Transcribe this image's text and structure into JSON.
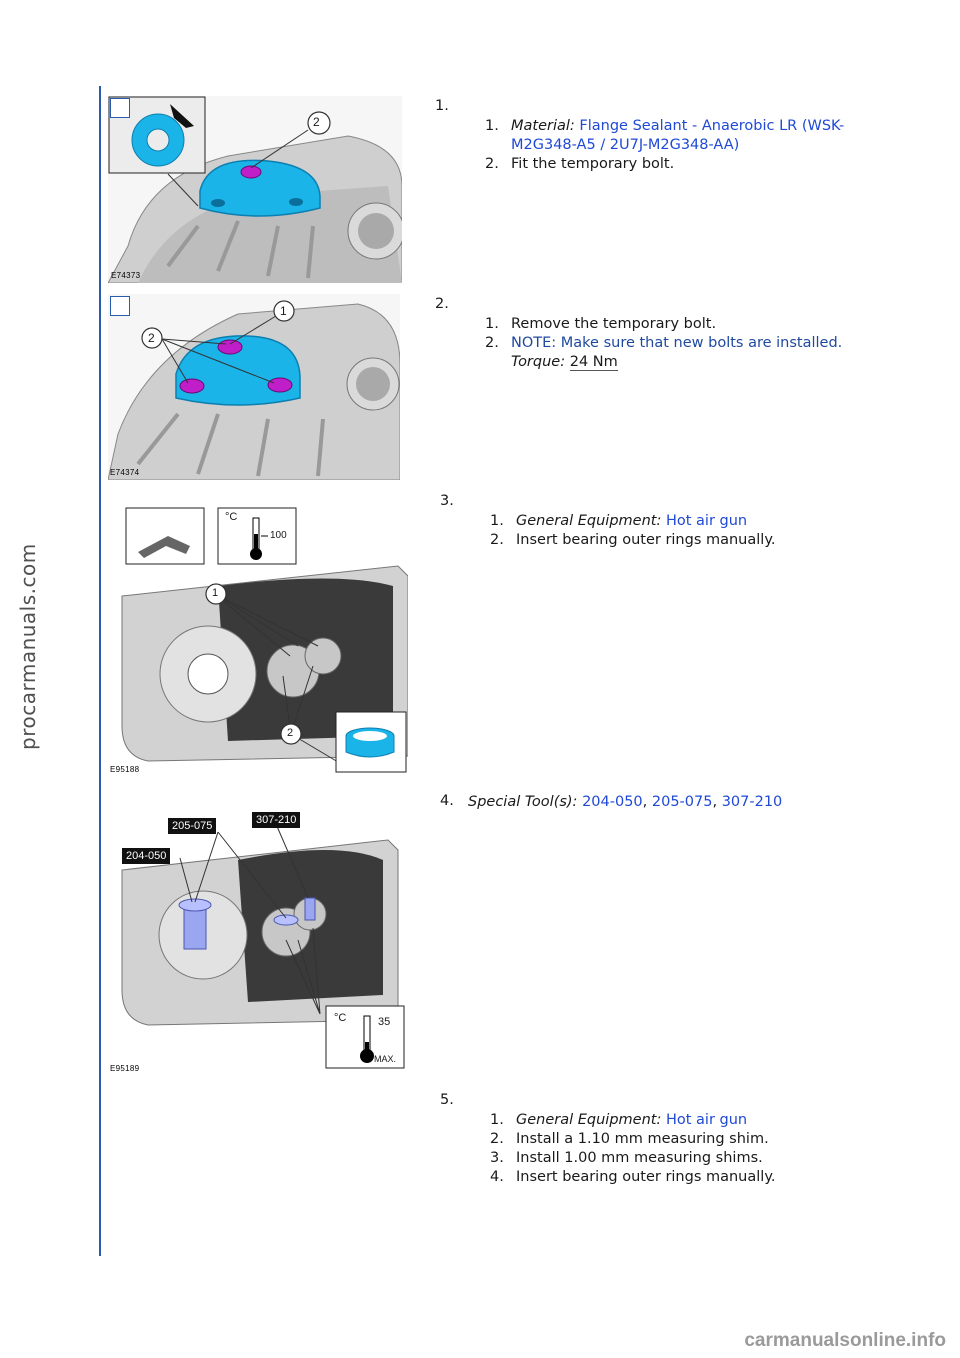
{
  "site": {
    "sidebar_brand": "procarmanuals.com",
    "footer_brand": "carmanualsonline.info",
    "page_number": ""
  },
  "steps": [
    {
      "number": "1.",
      "figure_id": "E74373",
      "callouts": [
        "2"
      ],
      "items": [
        {
          "n": "1.",
          "label": "Material:",
          "link": "Flange Sealant - Anaerobic LR (WSK-",
          "cont": "M2G348-A5 / 2U7J-M2G348-AA)"
        },
        {
          "n": "2.",
          "text": "Fit the temporary bolt."
        }
      ]
    },
    {
      "number": "2.",
      "figure_id": "E74374",
      "callouts": [
        "1",
        "2"
      ],
      "items": [
        {
          "n": "1.",
          "text": "Remove the temporary bolt."
        },
        {
          "n": "2.",
          "note": "NOTE: Make sure that new bolts are installed.",
          "torque_label": "Torque:",
          "torque_value": "24 Nm"
        }
      ]
    },
    {
      "number": "3.",
      "figure_id": "E95188",
      "callouts": [
        "1",
        "2"
      ],
      "temp_unit": "°C",
      "temp_value": "100",
      "items": [
        {
          "n": "1.",
          "label": "General Equipment:",
          "link": "Hot air gun"
        },
        {
          "n": "2.",
          "text": "Insert bearing outer rings manually."
        }
      ]
    },
    {
      "number": "4.",
      "figure_id": "E95189",
      "tool_tags": [
        "205-075",
        "307-210",
        "204-050"
      ],
      "temp_unit": "°C",
      "temp_value": "35",
      "temp_max": "MAX.",
      "label": "Special Tool(s):",
      "tools": [
        "204-050",
        "205-075",
        "307-210"
      ]
    },
    {
      "number": "5.",
      "items": [
        {
          "n": "1.",
          "label": "General Equipment:",
          "link": "Hot air gun"
        },
        {
          "n": "2.",
          "text": "Install a 1.10 mm measuring shim."
        },
        {
          "n": "3.",
          "text": "Install 1.00 mm measuring shims."
        },
        {
          "n": "4.",
          "text": "Insert bearing outer rings manually."
        }
      ]
    }
  ],
  "colors": {
    "accent_blue": "#2a5db0",
    "link_blue": "#1f49d6",
    "part_cyan": "#1bb4e8",
    "bolt_magenta": "#c01ec8"
  }
}
